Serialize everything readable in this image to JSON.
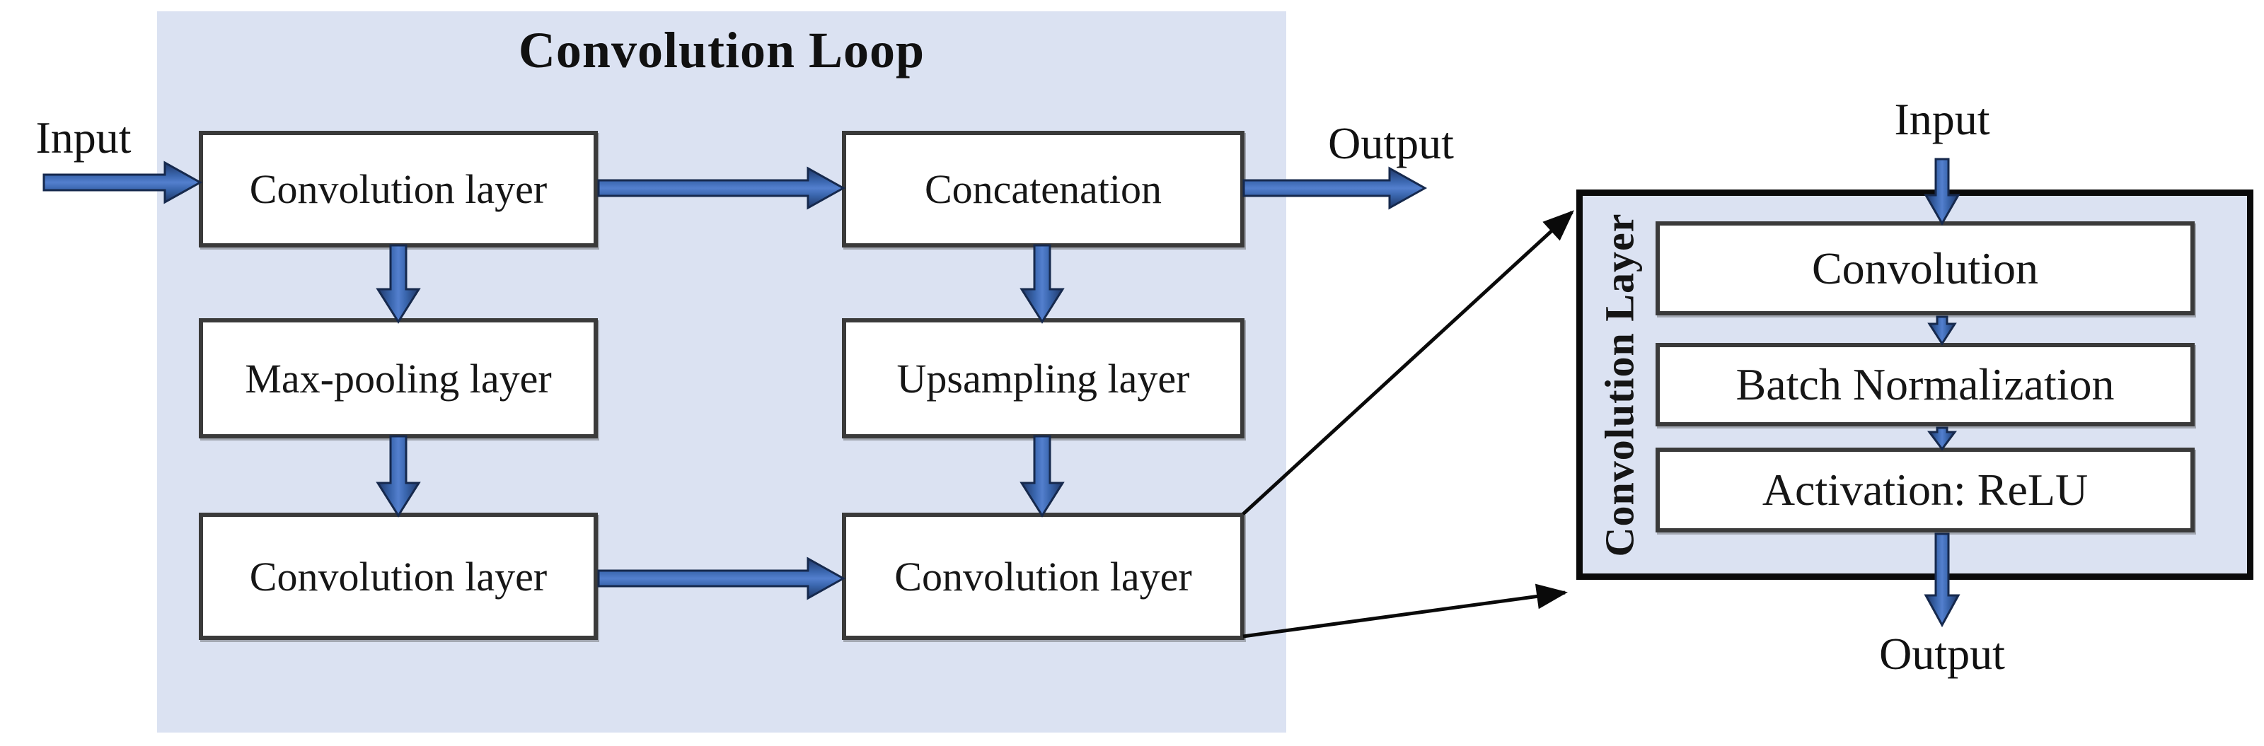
{
  "colors": {
    "panel_bg": "#dbe2f2",
    "box_bg": "#ffffff",
    "box_border": "#3a3a3a",
    "arrow_blue": "#3a66ae",
    "arrow_blue_highlight": "#537fce",
    "arrow_outline": "#1d3560",
    "callout_black": "#0a0a0a",
    "text": "#151515"
  },
  "loop": {
    "title": "Convolution Loop",
    "input_label": "Input",
    "output_label": "Output",
    "boxes": {
      "top_left": "Convolution layer",
      "top_right": "Concatenation",
      "mid_left": "Max-pooling layer",
      "mid_right": "Upsampling layer",
      "bottom_left": "Convolution layer",
      "bottom_right": "Convolution layer"
    }
  },
  "detail": {
    "side_label": "Convolution Layer",
    "input_label": "Input",
    "output_label": "Output",
    "steps": [
      "Convolution",
      "Batch Normalization",
      "Activation: ReLU"
    ]
  }
}
